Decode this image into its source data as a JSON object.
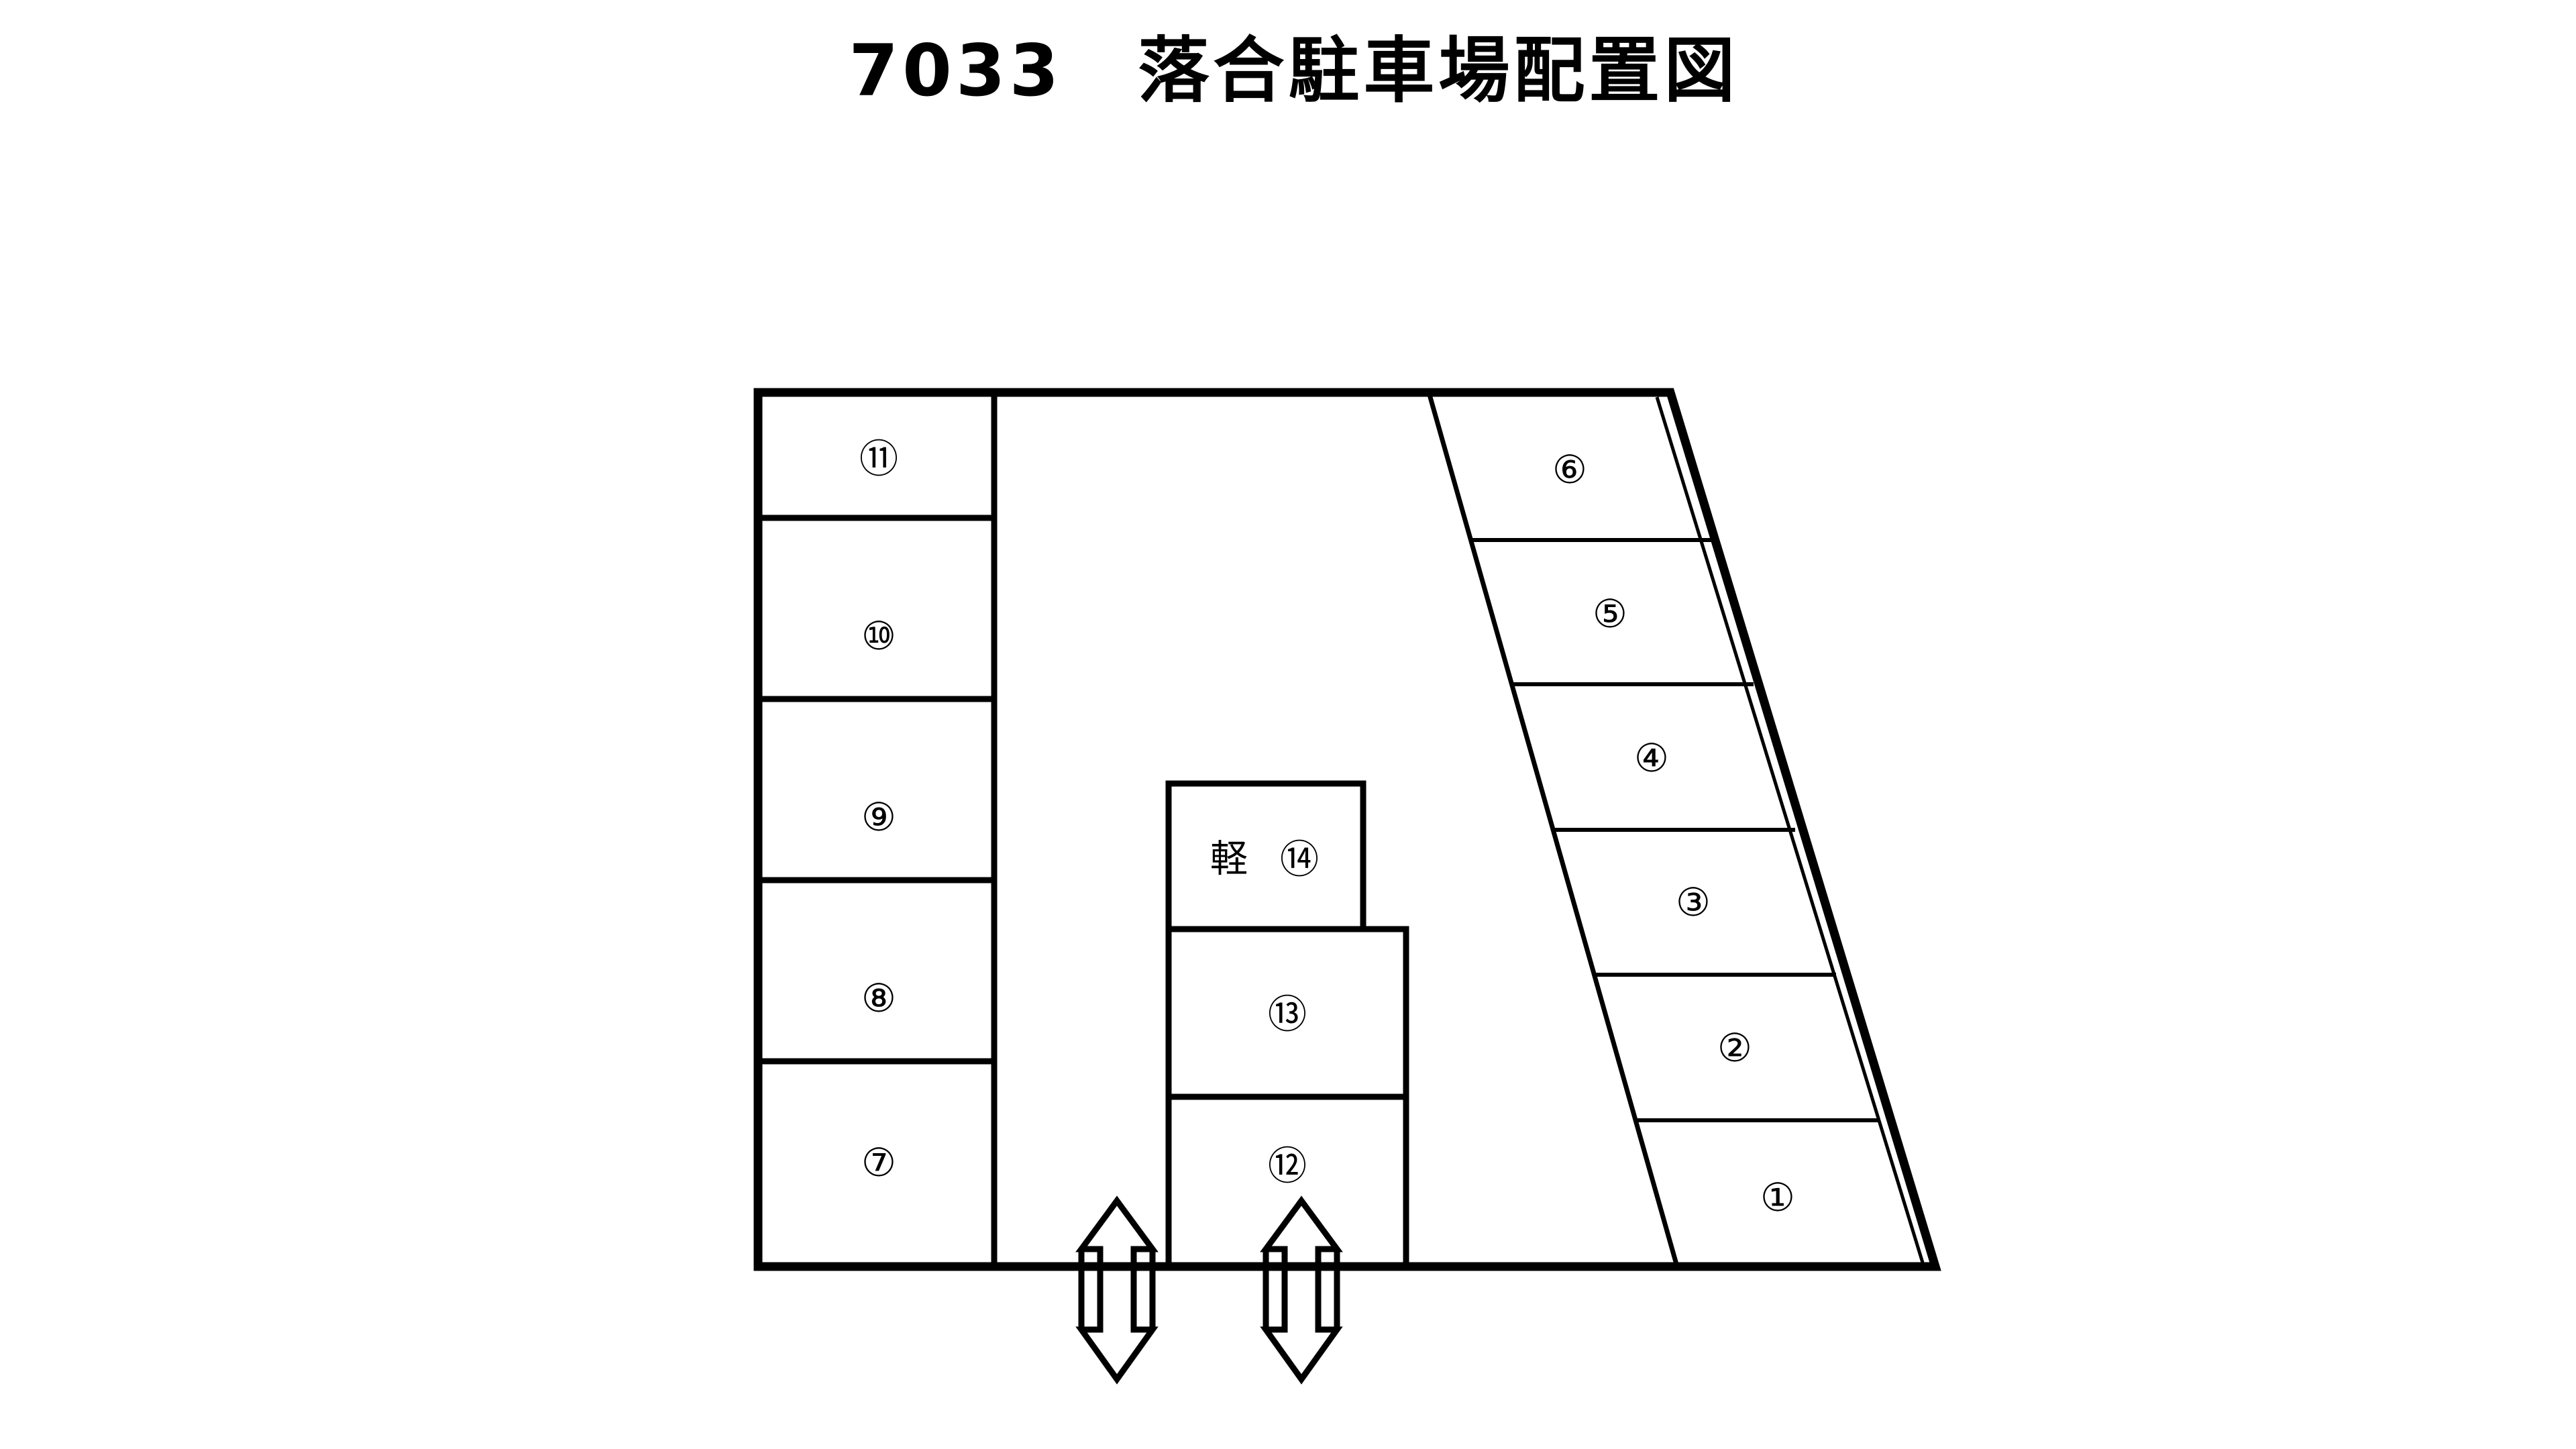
{
  "title": {
    "code": "7033",
    "name": "落合駐車場配置図",
    "full": "7033　落合駐車場配置図"
  },
  "colors": {
    "ink": "#000000",
    "paper": "#ffffff"
  },
  "legend": {
    "kei_mark": "軽"
  },
  "diagram": {
    "kind": "parking-lot-layout",
    "total_stalls": 14,
    "entrance_arrow_count": 2,
    "groups": [
      {
        "id": "left-column",
        "orientation": "vertical-stack",
        "stalls": [
          {
            "number": "11",
            "label": "⑪"
          },
          {
            "number": "10",
            "label": "⑩"
          },
          {
            "number": "9",
            "label": "⑨"
          },
          {
            "number": "8",
            "label": "⑧"
          },
          {
            "number": "7",
            "label": "⑦"
          }
        ]
      },
      {
        "id": "center-block",
        "orientation": "vertical-stack",
        "stalls": [
          {
            "number": "14",
            "label": "⑭",
            "kei": "軽"
          },
          {
            "number": "13",
            "label": "⑬"
          },
          {
            "number": "12",
            "label": "⑫"
          }
        ]
      },
      {
        "id": "right-slanted-band",
        "orientation": "angled-stack",
        "stalls": [
          {
            "number": "6",
            "label": "⑥"
          },
          {
            "number": "5",
            "label": "⑤"
          },
          {
            "number": "4",
            "label": "④"
          },
          {
            "number": "3",
            "label": "③"
          },
          {
            "number": "2",
            "label": "②"
          },
          {
            "number": "1",
            "label": "①"
          }
        ]
      }
    ],
    "stall_labels": {
      "s1": "①",
      "s2": "②",
      "s3": "③",
      "s4": "④",
      "s5": "⑤",
      "s6": "⑥",
      "s7": "⑦",
      "s8": "⑧",
      "s9": "⑨",
      "s10": "⑩",
      "s11": "⑪",
      "s12": "⑫",
      "s13": "⑬",
      "s14": "⑭"
    }
  }
}
